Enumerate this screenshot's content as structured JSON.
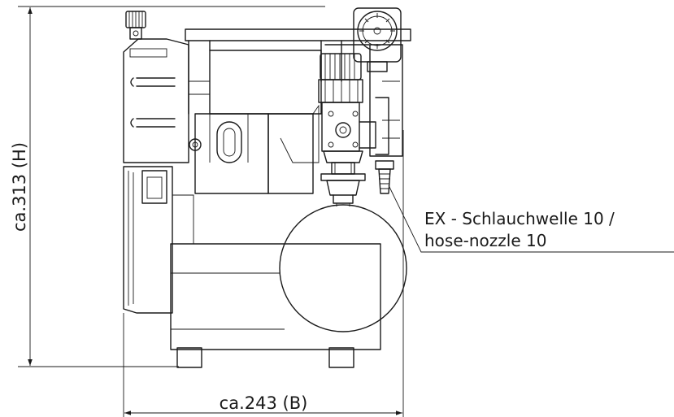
{
  "dimensions": {
    "height_label": "ca.313 (H)",
    "width_label": "ca.243 (B)"
  },
  "callout": {
    "line1": "EX - Schlauchwelle 10 /",
    "line2": "hose-nozzle 10"
  }
}
